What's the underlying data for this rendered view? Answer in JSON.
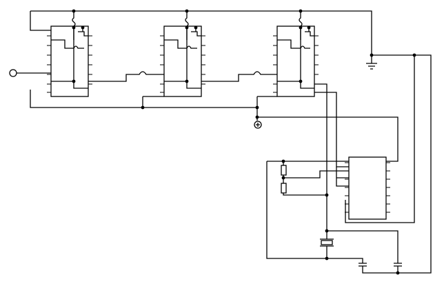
{
  "diagram": {
    "type": "electronic-schematic",
    "components": [
      {
        "name": "ic-1",
        "kind": "dip-14-ic"
      },
      {
        "name": "ic-2",
        "kind": "dip-14-ic"
      },
      {
        "name": "ic-3",
        "kind": "dip-14-ic"
      },
      {
        "name": "ic-4",
        "kind": "dip-16-ic"
      },
      {
        "name": "resistor-1",
        "kind": "resistor"
      },
      {
        "name": "resistor-2",
        "kind": "resistor"
      },
      {
        "name": "crystal",
        "kind": "crystal"
      },
      {
        "name": "capacitor-1",
        "kind": "capacitor"
      },
      {
        "name": "capacitor-2",
        "kind": "capacitor"
      }
    ],
    "symbols": {
      "input": "open-circle-terminal",
      "supply": "plus-in-circle",
      "ground": "ground-symbol",
      "crossing": "wire-hop"
    },
    "colors": {
      "line": "#000000",
      "background": "#ffffff"
    }
  }
}
